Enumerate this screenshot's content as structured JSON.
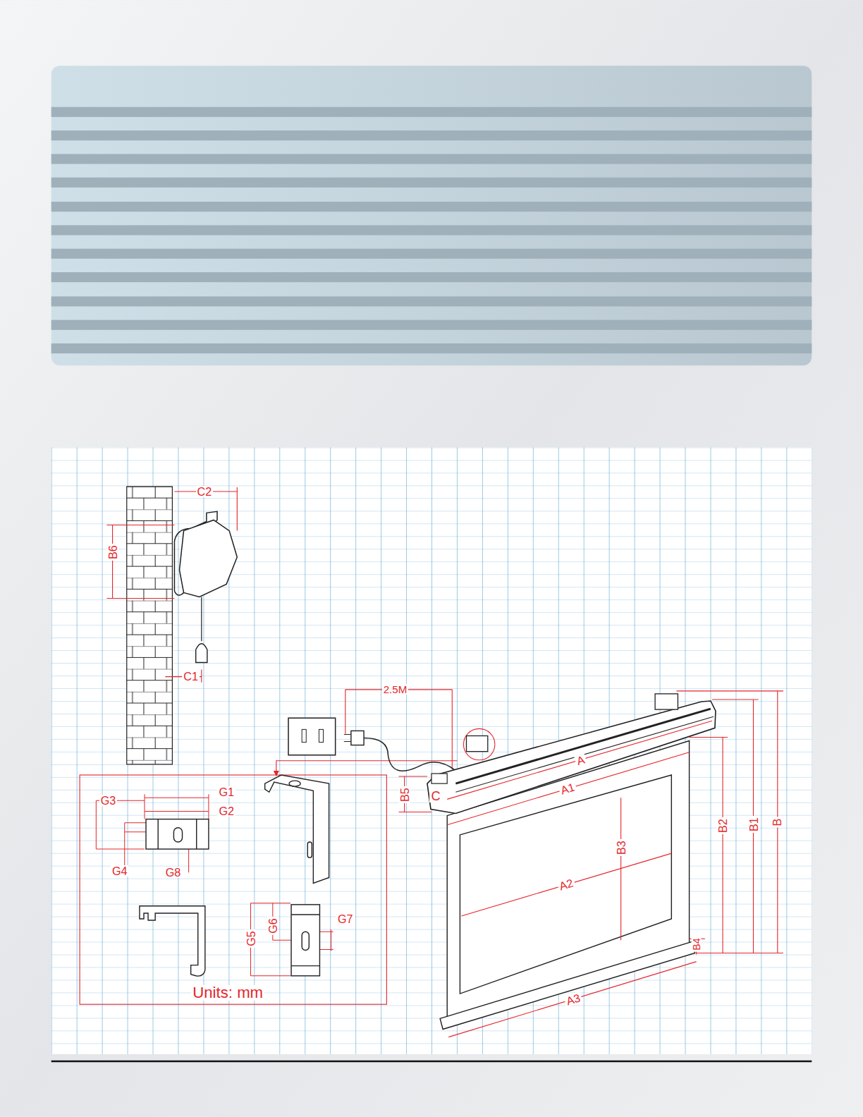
{
  "diagram": {
    "labels": [
      "C2",
      "B6",
      "C1",
      "2.5M",
      "G1",
      "G2",
      "G3",
      "G4",
      "G8",
      "G5",
      "G6",
      "G7",
      "Units: mm",
      "A",
      "A1",
      "A2",
      "A3",
      "B",
      "B1",
      "B2",
      "B3",
      "B4",
      "B5",
      "C"
    ]
  }
}
